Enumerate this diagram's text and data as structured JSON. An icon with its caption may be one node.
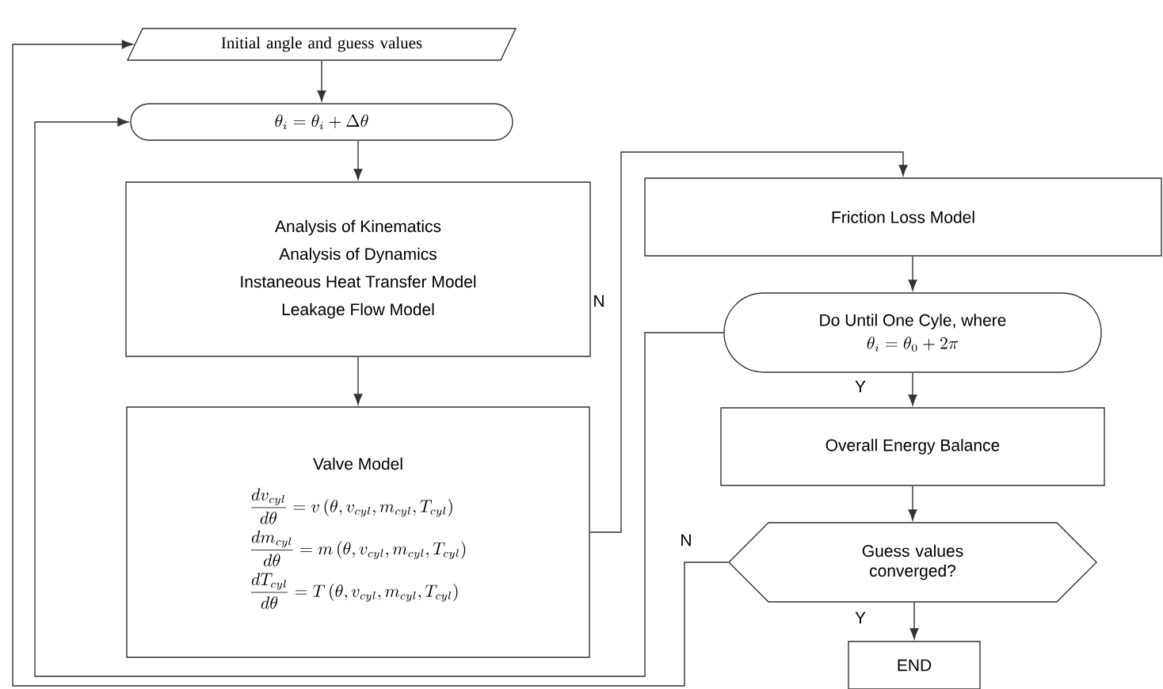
{
  "diagram": {
    "nodes": [
      {
        "text": [
          "Initial angle and guess values"
        ]
      },
      {
        "text": [
          "\\theta_i = \\theta_i + \\Delta\\theta"
        ]
      },
      {
        "text": [
          "Analysis of Kinematics",
          "Analysis of Dynamics",
          "Instaneous Heat Transfer Model",
          "Leakage Flow Model"
        ]
      },
      {
        "text": [
          "Valve Model",
          "\\frac{dv_{cyl}}{d\\theta} = v\\left(\\theta, v_{cyl}, m_{cyl}, T_{cyl}\\right)",
          "\\frac{dm_{cyl}}{d\\theta} = m\\left(\\theta, v_{cyl}, m_{cyl}, T_{cyl}\\right)",
          "\\frac{dT_{cyl}}{d\\theta} = T\\left(\\theta, v_{cyl}, m_{cyl}, T_{cyl}\\right)"
        ]
      },
      {
        "text": [
          "Friction Loss Model"
        ]
      },
      {
        "text": [
          "Do Until One Cyle, where",
          "\\theta_i = \\theta_0 + 2\\pi"
        ]
      },
      {
        "text": [
          "Overall Energy Balance"
        ]
      },
      {
        "text": [
          "Guess values converged?"
        ]
      },
      {
        "text": [
          "END"
        ]
      }
    ],
    "edges": [
      {
        "from": 0,
        "to": 1,
        "arrow": "to"
      },
      {
        "from": 1,
        "to": 2,
        "arrow": "to"
      },
      {
        "from": 2,
        "to": 3,
        "arrow": "to"
      },
      {
        "from": 3,
        "to": 4,
        "arrow": "to"
      },
      {
        "from": 4,
        "to": 5,
        "arrow": "to"
      },
      {
        "from": 5,
        "to": 6,
        "arrow": "to",
        "label": "Y"
      },
      {
        "from": 5,
        "to": 1,
        "arrow": "to",
        "label": "N"
      },
      {
        "from": 6,
        "to": 7,
        "arrow": "to"
      },
      {
        "from": 7,
        "to": 8,
        "arrow": "to",
        "label": "Y"
      },
      {
        "from": 7,
        "to": 0,
        "arrow": "to",
        "label": "N"
      }
    ]
  }
}
